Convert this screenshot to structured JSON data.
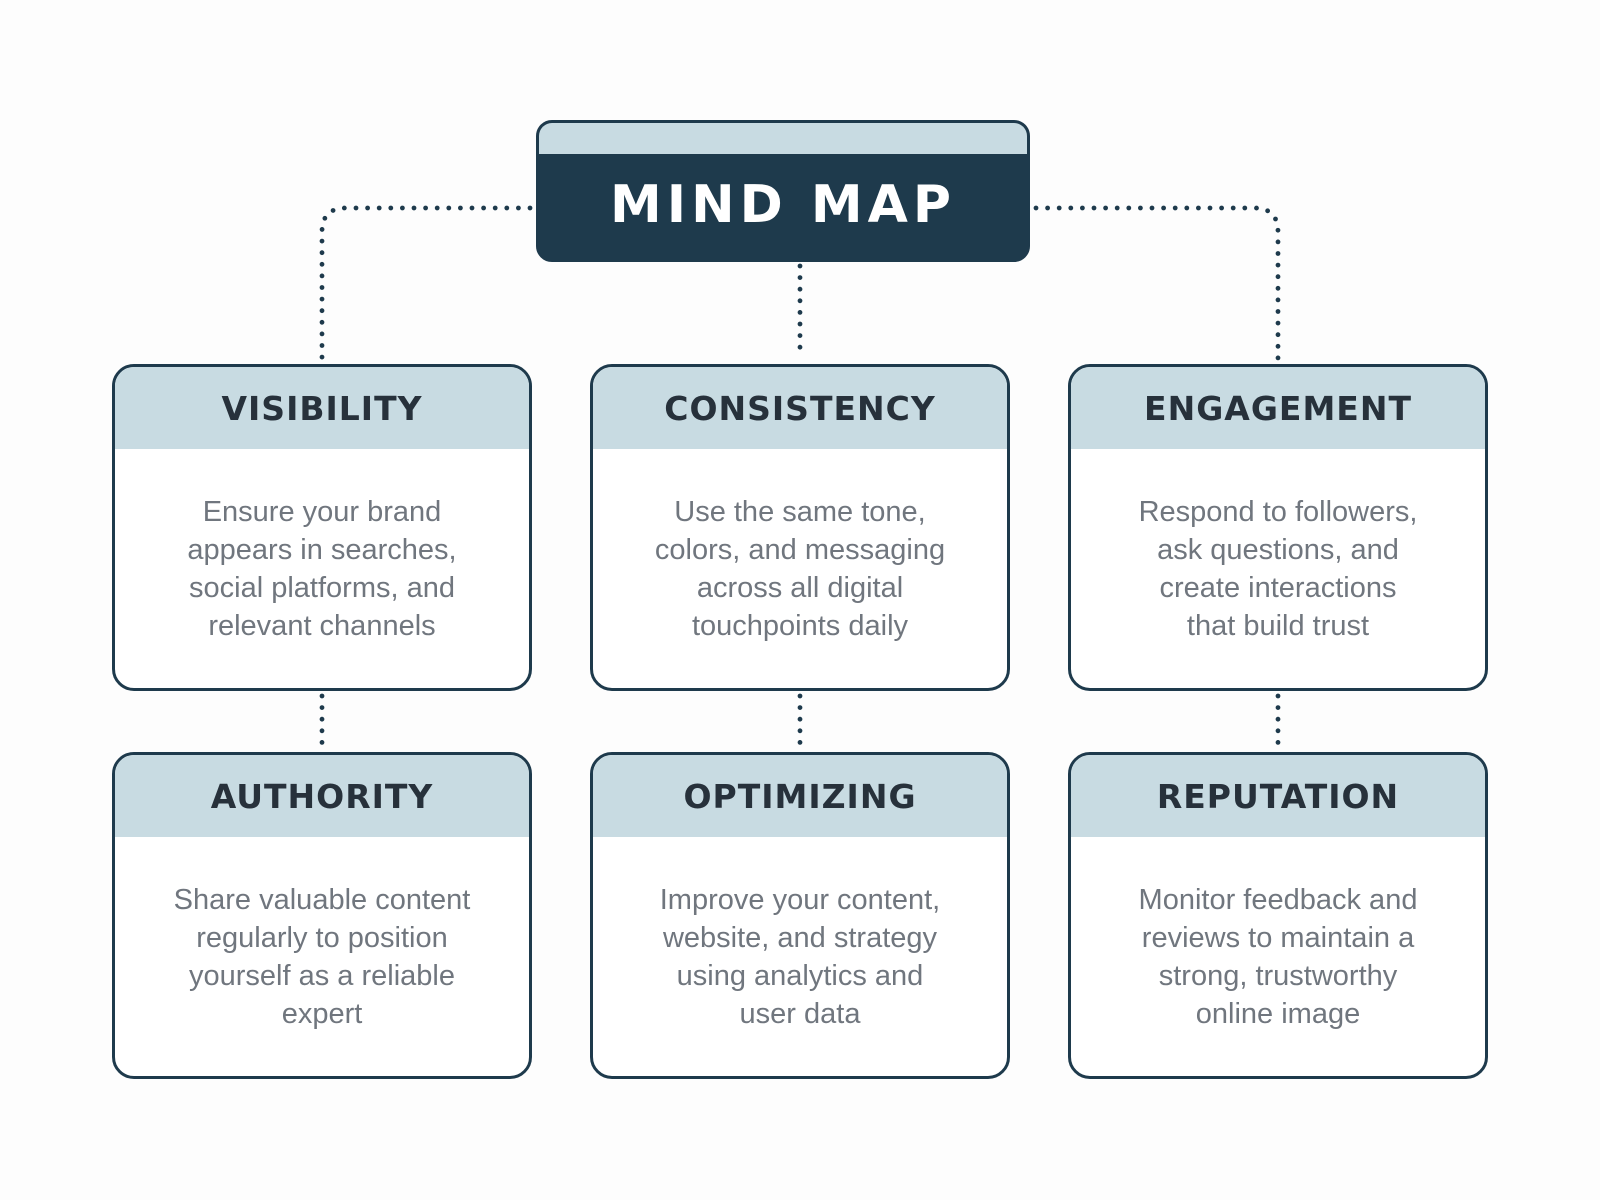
{
  "title": {
    "text": "MIND MAP"
  },
  "colors": {
    "navy": "#1e3a4c",
    "header_blue": "#c8dbe2",
    "header_text": "#27313b",
    "body_text": "#70767e",
    "card_background": "#ffffff",
    "page_background": "#fdfdfd",
    "title_text": "#ffffff",
    "connector_dots": "#1e3a4c"
  },
  "nodes": [
    {
      "id": "visibility",
      "label": "VISIBILITY",
      "lines": [
        "Ensure your brand",
        "appears in searches,",
        "social platforms, and",
        "relevant channels"
      ]
    },
    {
      "id": "consistency",
      "label": "CONSISTENCY",
      "lines": [
        "Use the same tone,",
        "colors, and messaging",
        "across all digital",
        "touchpoints daily"
      ]
    },
    {
      "id": "engagement",
      "label": "ENGAGEMENT",
      "lines": [
        "Respond to followers,",
        "ask questions, and",
        "create interactions",
        "that build trust"
      ]
    },
    {
      "id": "authority",
      "label": "AUTHORITY",
      "lines": [
        "Share valuable content",
        "regularly to position",
        "yourself as a reliable",
        "expert"
      ]
    },
    {
      "id": "optimizing",
      "label": "OPTIMIZING",
      "lines": [
        "Improve your content,",
        "website, and strategy",
        "using analytics and",
        "user data"
      ]
    },
    {
      "id": "reputation",
      "label": "REPUTATION",
      "lines": [
        "Monitor feedback and",
        "reviews to maintain a",
        "strong, trustworthy",
        "online image"
      ]
    }
  ]
}
